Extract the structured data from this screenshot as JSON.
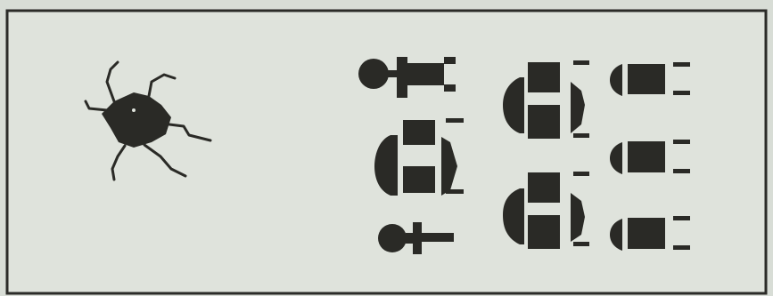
{
  "colors": {
    "page_background": "#d8ddd6",
    "panel_background": "#dfe3dc",
    "frame": "#2b2b28",
    "glyph": "#2a2a26"
  },
  "figure": {
    "left_glyph_icon": "cell-body-with-dendrites",
    "right_group_icons": [
      "pin-symbol",
      "pin-symbol",
      "bracket-box-pair",
      "bracket-box-pair",
      "bracket-box-pair",
      "single-bracket-box",
      "single-bracket-box",
      "single-bracket-box"
    ]
  }
}
